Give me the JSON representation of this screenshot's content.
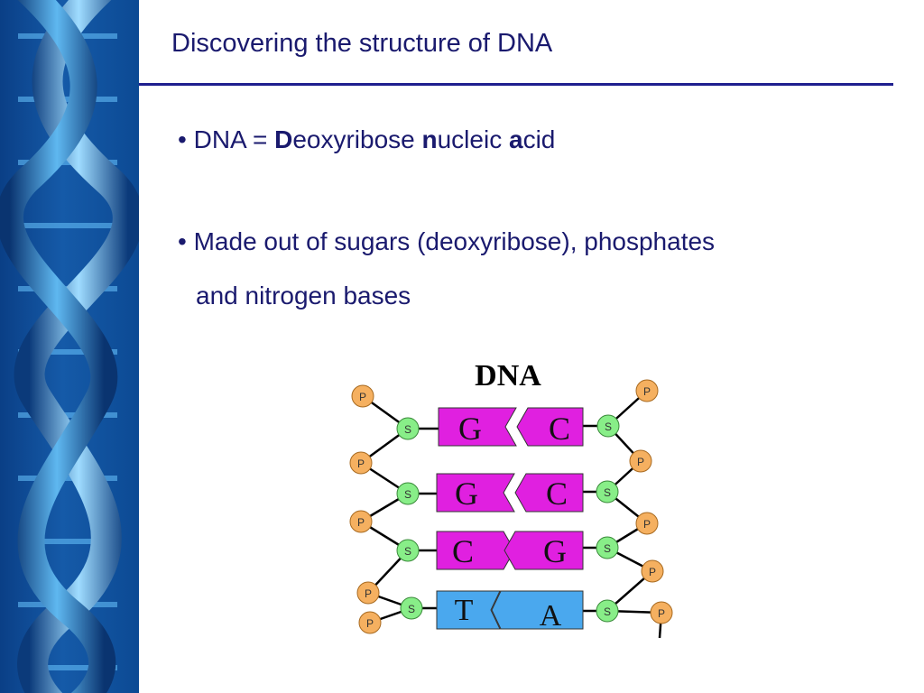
{
  "slide": {
    "title": "Discovering the structure of DNA",
    "bullets": [
      {
        "marker": "•",
        "parts": [
          {
            "text": "DNA = ",
            "bold": false
          },
          {
            "text": "D",
            "bold": true
          },
          {
            "text": "eoxyribose ",
            "bold": false
          },
          {
            "text": "n",
            "bold": true
          },
          {
            "text": "ucleic ",
            "bold": false
          },
          {
            "text": "a",
            "bold": true
          },
          {
            "text": "cid",
            "bold": false
          }
        ]
      },
      {
        "marker": "•",
        "line1": "Made out of sugars (deoxyribose), phosphates",
        "line2": "and nitrogen bases"
      }
    ]
  },
  "diagram": {
    "heading": "DNA",
    "phosphate_label": "P",
    "sugar_label": "S",
    "base_pairs": [
      {
        "left": "G",
        "right": "C",
        "left_color": "#e020e0",
        "right_color": "#e020e0"
      },
      {
        "left": "G",
        "right": "C",
        "left_color": "#e020e0",
        "right_color": "#e020e0"
      },
      {
        "left": "C",
        "right": "G",
        "left_color": "#e020e0",
        "right_color": "#e020e0"
      },
      {
        "left": "T",
        "right": "A",
        "left_color": "#4aa8ee",
        "right_color": "#4aa8ee"
      }
    ],
    "colors": {
      "phosphate_fill": "#f5b060",
      "sugar_fill": "#88ee88",
      "backbone": "#000000"
    }
  }
}
